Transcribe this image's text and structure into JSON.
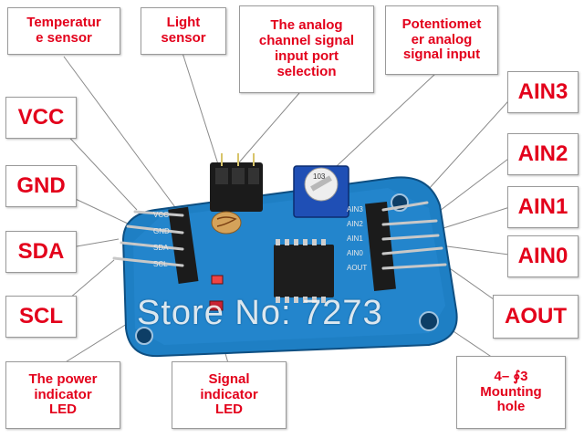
{
  "labels": {
    "temperature_sensor": "Temperatur\ne sensor",
    "light_sensor": "Light\nsensor",
    "analog_channel": "The analog\nchannel signal\ninput port\nselection",
    "potentiometer": "Potentiomet\ner analog\nsignal input",
    "vcc": "VCC",
    "gnd": "GND",
    "sda": "SDA",
    "scl": "SCL",
    "ain3": "AIN3",
    "ain2": "AIN2",
    "ain1": "AIN1",
    "ain0": "AIN0",
    "aout": "AOUT",
    "power_led": "The power\nindicator\nLED",
    "signal_led": "Signal\nindicator\nLED",
    "mounting_hole": "4– ∮3\nMounting\nhole"
  },
  "board": {
    "silk_left": [
      "VCC",
      "GND",
      "SDA",
      "SCL"
    ],
    "silk_right": [
      "AIN3",
      "AIN2",
      "AIN1",
      "AIN0",
      "AOUT"
    ],
    "pot_marking": "103",
    "watermark": "Store No: 7273"
  },
  "colors": {
    "label_text": "#e3001b",
    "board": "#1e7fc4",
    "header": "#1b1b1b",
    "pin": "#c8c8c8"
  }
}
